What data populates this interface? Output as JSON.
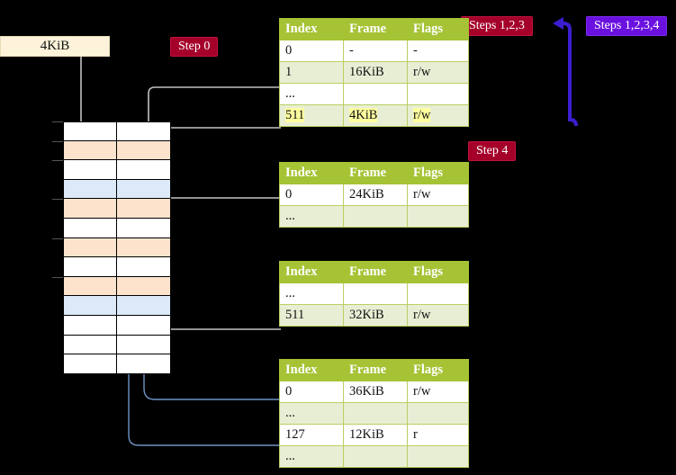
{
  "diagram": {
    "title_badges": {
      "step0": "Step 0",
      "steps123": "Steps 1,2,3",
      "steps1234": "Steps 1,2,3,4",
      "step4": "Step 4"
    },
    "colors": {
      "badge_red": "#a4002a",
      "badge_blue": "#6a11e0",
      "table_header": "#a5c334",
      "table_alt_row": "#e8eed4",
      "highlight": "#ffffa0",
      "mem_orange": "#fde3cc",
      "mem_blue": "#dce9f8",
      "src_box": "#fcf3da",
      "wire_grey": "#b9b9b9",
      "wire_blue": "#6f94c4",
      "arrow_blue": "#3a1fd0"
    },
    "source_box": {
      "label": "4KiB"
    },
    "memory_column": {
      "name": "physical-memory-column",
      "rows": [
        {
          "index": 0,
          "fill": "white",
          "tick": true
        },
        {
          "index": 1,
          "fill": "orange",
          "tick": true
        },
        {
          "index": 2,
          "fill": "white",
          "tick": true
        },
        {
          "index": 3,
          "fill": "blue",
          "tick": false
        },
        {
          "index": 4,
          "fill": "orange",
          "tick": true
        },
        {
          "index": 5,
          "fill": "white",
          "tick": false
        },
        {
          "index": 6,
          "fill": "orange",
          "tick": true
        },
        {
          "index": 7,
          "fill": "white",
          "tick": false
        },
        {
          "index": 8,
          "fill": "orange",
          "tick": true
        },
        {
          "index": 9,
          "fill": "blue",
          "tick": false
        },
        {
          "index": 10,
          "fill": "white",
          "tick": false
        },
        {
          "index": 11,
          "fill": "white",
          "tick": false
        },
        {
          "index": 12,
          "fill": "white",
          "tick": false
        }
      ]
    },
    "tables": [
      {
        "name": "page-table-level-1",
        "headers": [
          "Index",
          "Frame",
          "Flags"
        ],
        "rows": [
          {
            "style": "plain",
            "cells": [
              "0",
              "-",
              "-"
            ],
            "highlight": false
          },
          {
            "style": "alt",
            "cells": [
              "1",
              "16KiB",
              "r/w"
            ],
            "highlight": false
          },
          {
            "style": "plain",
            "cells": [
              "...",
              "",
              ""
            ],
            "highlight": false
          },
          {
            "style": "alt",
            "cells": [
              "511",
              "4KiB",
              "r/w"
            ],
            "highlight": true
          }
        ]
      },
      {
        "name": "page-table-level-2",
        "headers": [
          "Index",
          "Frame",
          "Flags"
        ],
        "rows": [
          {
            "style": "plain",
            "cells": [
              "0",
              "24KiB",
              "r/w"
            ],
            "highlight": false
          },
          {
            "style": "alt",
            "cells": [
              "...",
              "",
              ""
            ],
            "highlight": false
          }
        ]
      },
      {
        "name": "page-table-level-3",
        "headers": [
          "Index",
          "Frame",
          "Flags"
        ],
        "rows": [
          {
            "style": "plain",
            "cells": [
              "...",
              "",
              ""
            ],
            "highlight": false
          },
          {
            "style": "alt",
            "cells": [
              "511",
              "32KiB",
              "r/w"
            ],
            "highlight": false
          }
        ]
      },
      {
        "name": "page-table-level-4",
        "headers": [
          "Index",
          "Frame",
          "Flags"
        ],
        "rows": [
          {
            "style": "plain",
            "cells": [
              "0",
              "36KiB",
              "r/w"
            ],
            "highlight": false
          },
          {
            "style": "alt",
            "cells": [
              "...",
              "",
              ""
            ],
            "highlight": false
          },
          {
            "style": "plain",
            "cells": [
              "127",
              "12KiB",
              "r"
            ],
            "highlight": false
          },
          {
            "style": "alt",
            "cells": [
              "...",
              "",
              ""
            ],
            "highlight": false
          }
        ]
      }
    ]
  }
}
